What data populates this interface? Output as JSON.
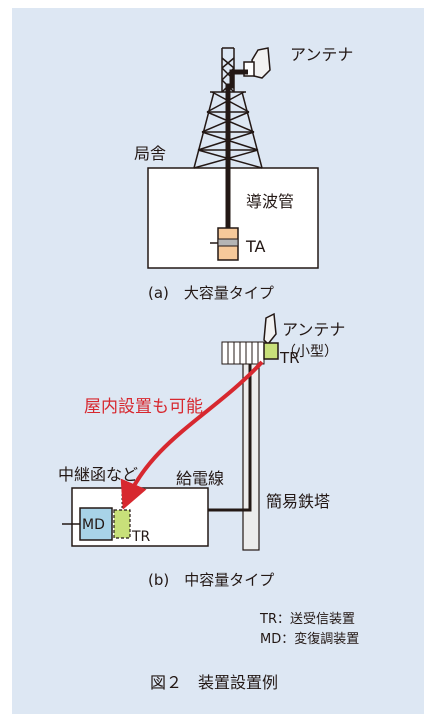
{
  "figure": {
    "title": "図２　装置設置例",
    "panel_a": {
      "caption": "(a)　大容量タイプ",
      "antenna": "アンテナ",
      "station": "局舎",
      "waveguide": "導波管",
      "device": "TA"
    },
    "panel_b": {
      "caption": "(b)　中容量タイプ",
      "antenna": "アンテナ",
      "antenna_note": "（小型）",
      "tr_top": "TR",
      "indoor_note": "屋内設置も可能",
      "junction_box": "中継函など",
      "feeder": "給電線",
      "tower": "簡易鉄塔",
      "md": "MD",
      "tr_bottom": "TR"
    },
    "legend": [
      "TR：送受信装置",
      "MD：変復調装置"
    ]
  },
  "colors": {
    "panel_bg": "#dde7f3",
    "ta_fill": "#f6c99a",
    "tr_fill": "#c8e07a",
    "md_fill": "#a8d3e8",
    "arrow": "#d7282f"
  }
}
